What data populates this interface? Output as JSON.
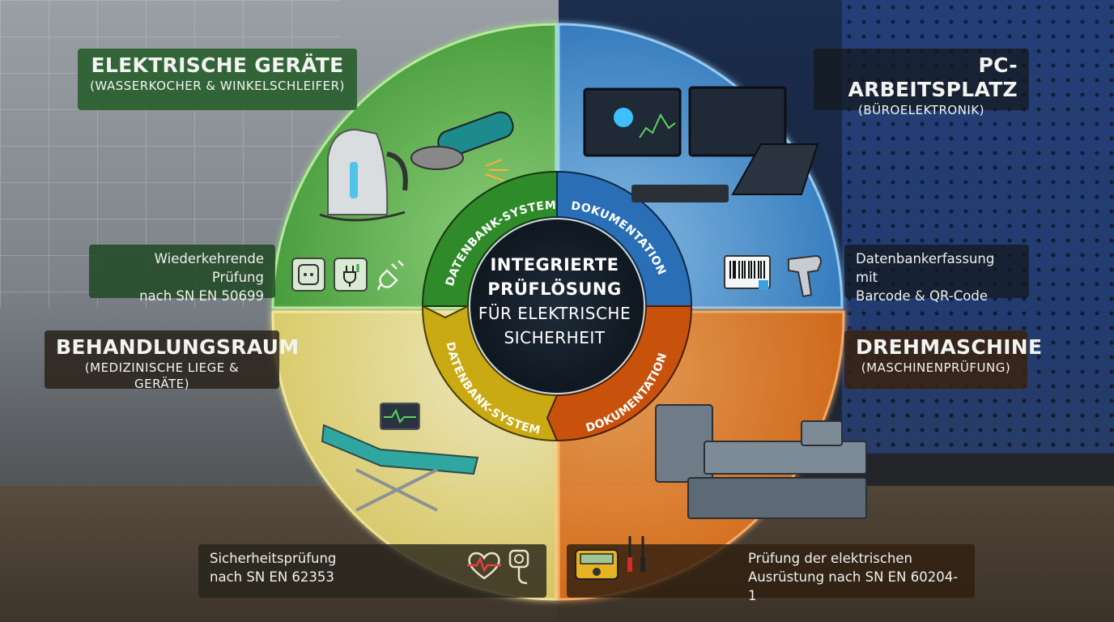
{
  "center": {
    "line1": "INTEGRIERTE",
    "line2": "PRÜFLÖSUNG",
    "line3": "FÜR ELEKTRISCHE",
    "line4": "SICHERHEIT"
  },
  "ring": {
    "top_left": "DATENBANK-SYSTEM",
    "top_right": "DOKUMENTATION",
    "bottom_left": "DATENBANK-SYSTEM",
    "bottom_right": "DOKUMENTATION"
  },
  "quadrants": {
    "top_left": {
      "title": "ELEKTRISCHE GERÄTE",
      "subtitle": "(WASSERKOCHER & WINKELSCHLEIFER)",
      "note_line1": "Wiederkehrende Prüfung",
      "note_line2": "nach SN EN 50699",
      "color": "#4fae3d"
    },
    "top_right": {
      "title": "PC-ARBEITSPLATZ",
      "subtitle": "(BÜROELEKTRONIK)",
      "note_line1": "Datenbankerfassung mit",
      "note_line2": "Barcode & QR-Code",
      "color": "#3f8fd6"
    },
    "bottom_left": {
      "title": "BEHANDLUNGSRAUM",
      "subtitle": "(MEDIZINISCHE LIEGE & GERÄTE)",
      "note_line1": "Sicherheitsprüfung",
      "note_line2": "nach SN EN 62353",
      "color": "#e2d567"
    },
    "bottom_right": {
      "title": "DREHMASCHINE",
      "subtitle": "(MASCHINENPRÜFUNG)",
      "note_line1": "Prüfung der elektrischen",
      "note_line2": "Ausrüstung nach SN EN 60204-1",
      "color": "#e77a22"
    }
  },
  "icons": {
    "tl_a": "power-socket-icon",
    "tl_b": "plug-tag-icon",
    "tl_c": "plug-icon",
    "tr_a": "barcode-label-icon",
    "tr_b": "barcode-scanner-icon",
    "bl_a": "heartbeat-icon",
    "bl_b": "probe-icon",
    "br_a": "multimeter-icon",
    "br_b": "test-leads-icon"
  }
}
